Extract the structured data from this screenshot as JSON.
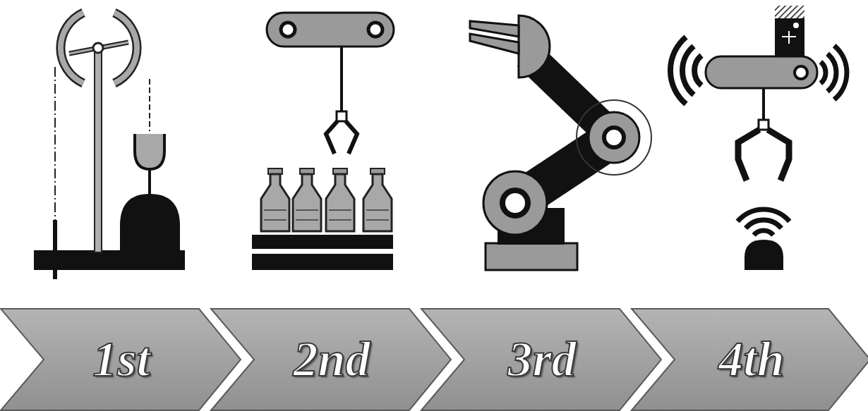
{
  "diagram": {
    "nodes": [
      {
        "text": [
          "1st"
        ]
      },
      {
        "text": [
          "2nd"
        ]
      },
      {
        "text": [
          "3rd"
        ]
      },
      {
        "text": [
          "4th"
        ]
      }
    ]
  }
}
